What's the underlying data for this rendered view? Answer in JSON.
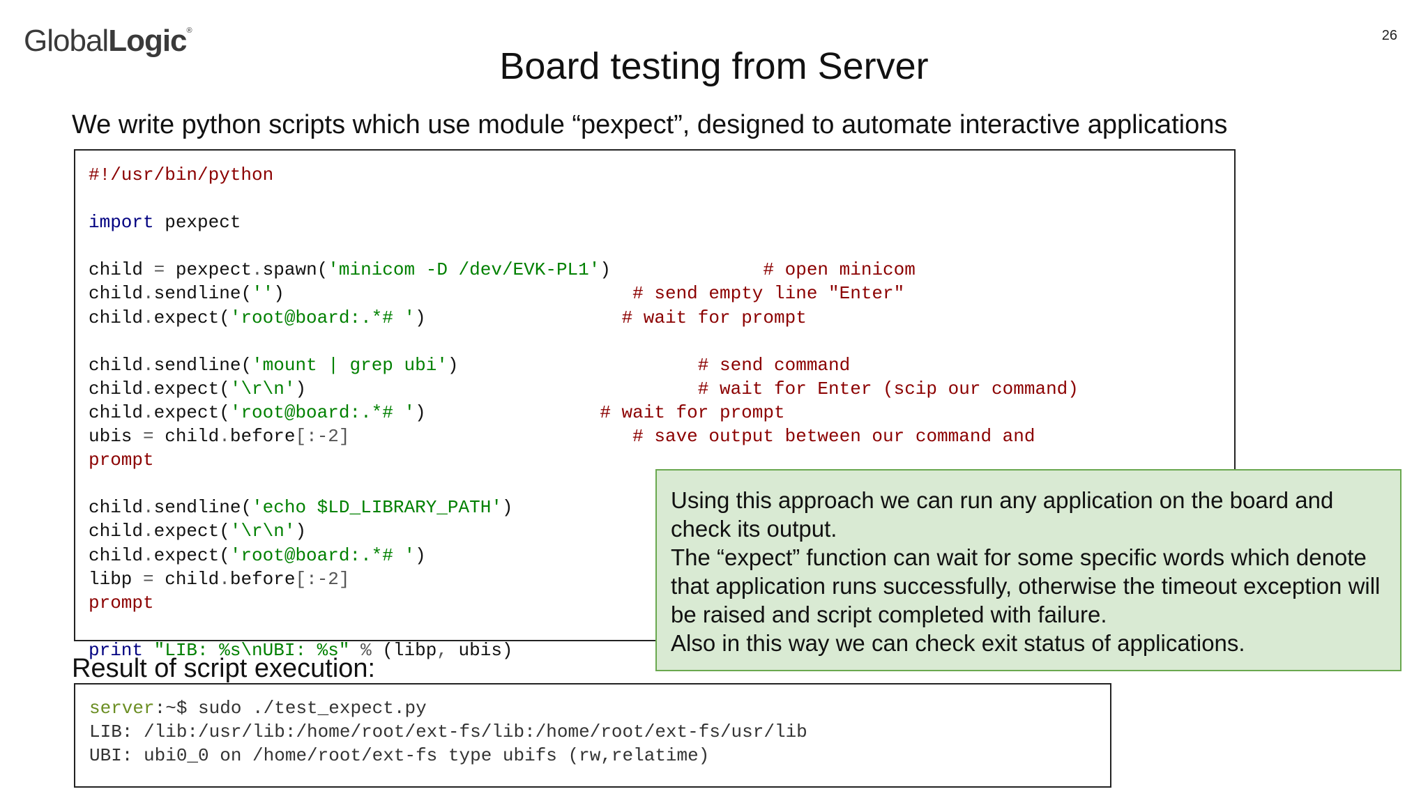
{
  "logo": {
    "part1": "Global",
    "part2": "Logic",
    "mark": "®"
  },
  "page_number": "26",
  "title": "Board testing from Server",
  "subtitle": "We write python scripts which use module “pexpect”, designed to automate interactive applications",
  "code": {
    "line1": "#!/usr/bin/python",
    "import_kw": "import",
    "import_mod": " pexpect",
    "l3_a": "child ",
    "l3_eq": "=",
    "l3_b": " pexpect",
    "l3_dot": ".",
    "l3_c": "spawn(",
    "l3_str": "'minicom -D /dev/EVK-PL1'",
    "l3_close": ")",
    "l3_pad": "              ",
    "l3_comment": "# open minicom",
    "l4_a": "child",
    "l4_dot": ".",
    "l4_b": "sendline(",
    "l4_str": "''",
    "l4_close": ")",
    "l4_pad": "                                ",
    "l4_comment": "# send empty line \"Enter\"",
    "l5_a": "child",
    "l5_dot": ".",
    "l5_b": "expect(",
    "l5_str": "'root@board:.*# '",
    "l5_close": ")",
    "l5_pad": "                  ",
    "l5_comment": "# wait for prompt",
    "l7_a": "child",
    "l7_dot": ".",
    "l7_b": "sendline(",
    "l7_str": "'mount | grep ubi'",
    "l7_close": ")",
    "l7_pad": "                      ",
    "l7_comment": "# send command",
    "l8_a": "child",
    "l8_dot": ".",
    "l8_b": "expect(",
    "l8_str": "'\\r\\n'",
    "l8_close": ")",
    "l8_pad": "                                    ",
    "l8_comment": "# wait for Enter (scip our command)",
    "l9_a": "child",
    "l9_dot": ".",
    "l9_b": "expect(",
    "l9_str": "'root@board:.*# '",
    "l9_close": ")",
    "l9_pad": "                ",
    "l9_comment": "# wait for prompt",
    "l10_a": "ubis ",
    "l10_eq": "=",
    "l10_b": " child",
    "l10_dot": ".",
    "l10_c": "before",
    "l10_sl": "[:-2]",
    "l10_pad": "                          ",
    "l10_comment": "# save output between our command and",
    "l11": "prompt",
    "l13_a": "child",
    "l13_dot": ".",
    "l13_b": "sendline(",
    "l13_str": "'echo $LD_LIBRARY_PATH'",
    "l13_close": ")",
    "l14_a": "child",
    "l14_dot": ".",
    "l14_b": "expect(",
    "l14_str": "'\\r\\n'",
    "l14_close": ")",
    "l15_a": "child",
    "l15_dot": ".",
    "l15_b": "expect(",
    "l15_str": "'root@board:.*# '",
    "l15_close": ")",
    "l16_a": "libp ",
    "l16_eq": "=",
    "l16_b": " child",
    "l16_dot": ".",
    "l16_c": "before",
    "l16_sl": "[:-2]",
    "l17": "prompt",
    "l19_kw": "print",
    "l19_str": " \"LIB: %s\\nUBI: %s\"",
    "l19_op": " %",
    "l19_rest": " (libp",
    "l19_comma": ",",
    "l19_end": " ubis)"
  },
  "result_label": "Result of script execution:",
  "result": {
    "prompt_host": "server",
    "prompt_rest": ":~$ sudo ./test_expect.py",
    "line2": "LIB: /lib:/usr/lib:/home/root/ext-fs/lib:/home/root/ext-fs/usr/lib",
    "line3": "UBI: ubi0_0 on /home/root/ext-fs type ubifs (rw,relatime)"
  },
  "note": {
    "p1": "Using this approach we can run any application on the board and check its output.",
    "p2": "The “expect” function can wait for some specific words which denote that application runs successfully, otherwise the timeout exception will be raised and script completed with failure.",
    "p3": "Also in this way we can check exit status of applications."
  }
}
